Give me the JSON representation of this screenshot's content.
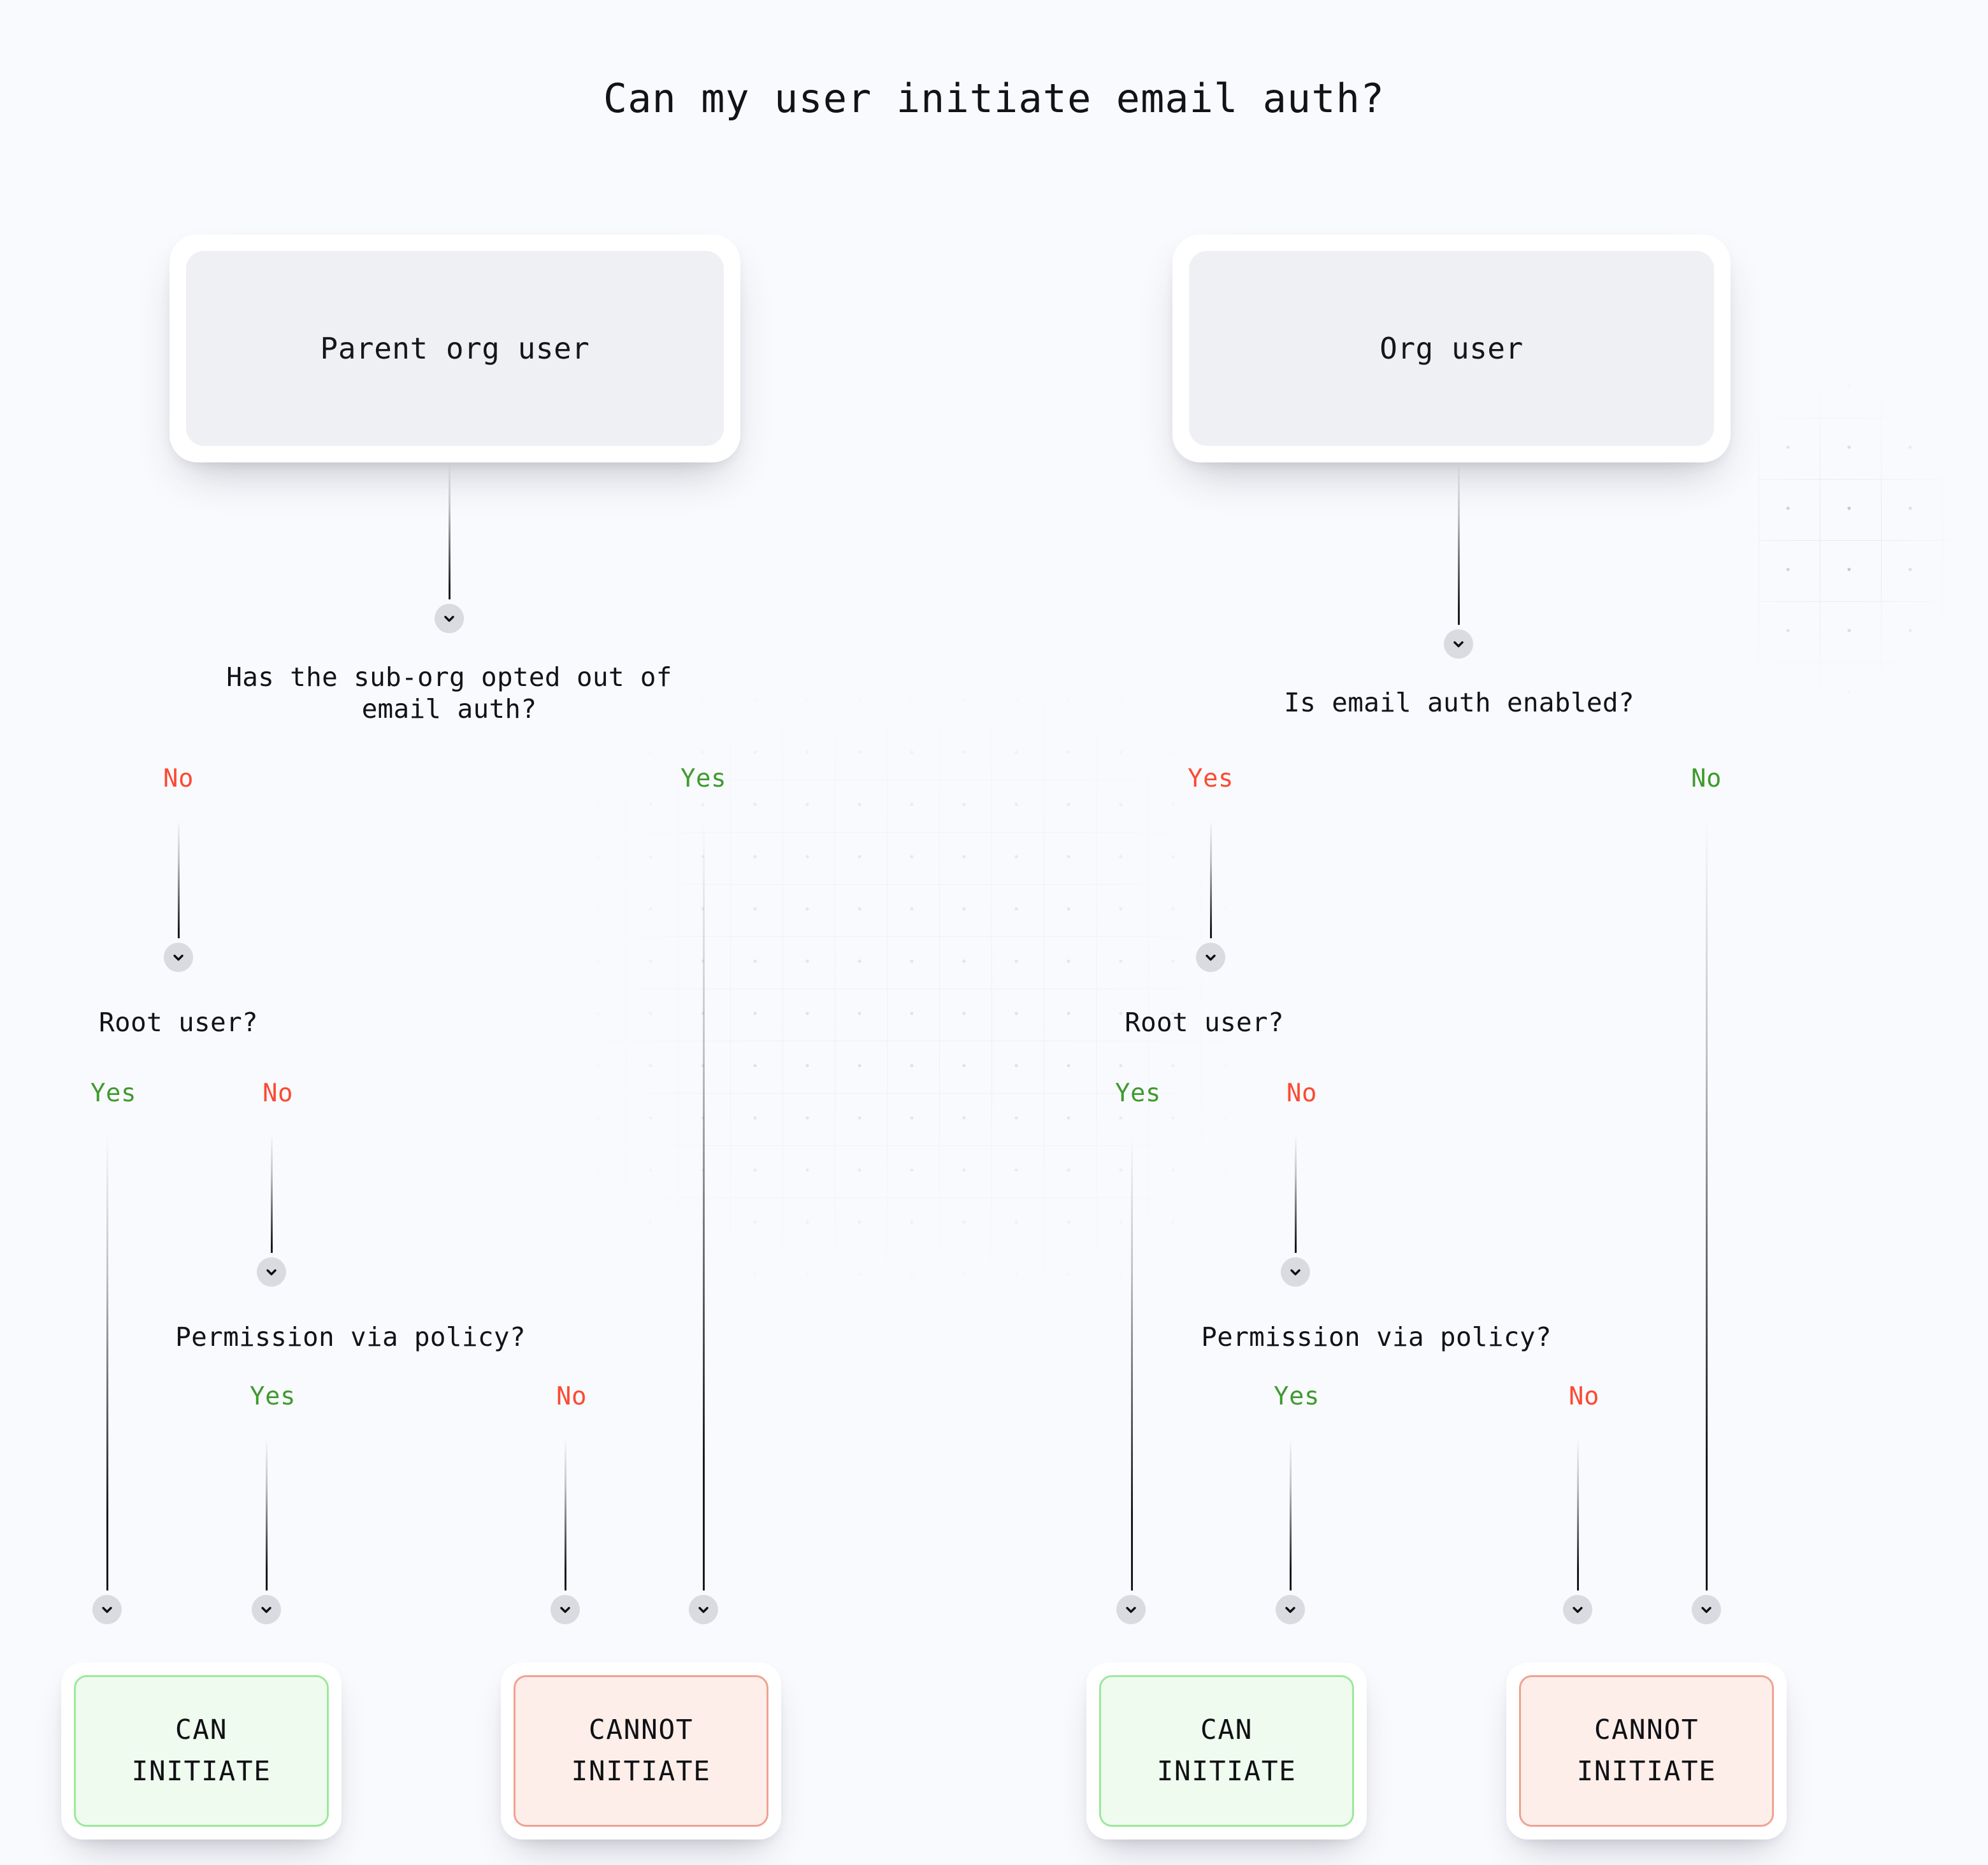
{
  "page": {
    "title": "Can my user initiate email auth?",
    "background_color": "#f9fafd",
    "accent_yes_color": "#3f9a2e",
    "accent_no_color": "#fb4a33",
    "can_fill_color": "#effbef",
    "can_border_color": "#9ce89c",
    "cannot_fill_color": "#fdeeea",
    "cannot_border_color": "#f0a292"
  },
  "chart_data": {
    "type": "diagram",
    "title": "Can my user initiate email auth?",
    "diagram_kind": "decision-tree",
    "trees": [
      {
        "root": "Parent org user",
        "nodes": [
          {
            "id": "q1",
            "question": "Has the sub-org opted out of\nemail auth?",
            "branches": [
              {
                "label": "No",
                "color": "#fb4a33",
                "to": "q2"
              },
              {
                "label": "Yes",
                "color": "#3f9a2e",
                "to": "cannot-initiate"
              }
            ]
          },
          {
            "id": "q2",
            "question": "Root user?",
            "branches": [
              {
                "label": "Yes",
                "color": "#3f9a2e",
                "to": "can-initiate"
              },
              {
                "label": "No",
                "color": "#fb4a33",
                "to": "q3"
              }
            ]
          },
          {
            "id": "q3",
            "question": "Permission via policy?",
            "branches": [
              {
                "label": "Yes",
                "color": "#3f9a2e",
                "to": "can-initiate"
              },
              {
                "label": "No",
                "color": "#fb4a33",
                "to": "cannot-initiate"
              }
            ]
          }
        ],
        "terminals": [
          {
            "id": "can-initiate",
            "line1": "CAN",
            "line2": "INITIATE",
            "kind": "can"
          },
          {
            "id": "cannot-initiate",
            "line1": "CANNOT",
            "line2": "INITIATE",
            "kind": "cannot"
          }
        ]
      },
      {
        "root": "Org user",
        "nodes": [
          {
            "id": "q1",
            "question": "Is email auth enabled?",
            "branches": [
              {
                "label": "Yes",
                "color": "#fb4a33",
                "to": "q2"
              },
              {
                "label": "No",
                "color": "#3f9a2e",
                "to": "cannot-initiate"
              }
            ]
          },
          {
            "id": "q2",
            "question": "Root user?",
            "branches": [
              {
                "label": "Yes",
                "color": "#3f9a2e",
                "to": "can-initiate"
              },
              {
                "label": "No",
                "color": "#fb4a33",
                "to": "q3"
              }
            ]
          },
          {
            "id": "q3",
            "question": "Permission via policy?",
            "branches": [
              {
                "label": "Yes",
                "color": "#3f9a2e",
                "to": "can-initiate"
              },
              {
                "label": "No",
                "color": "#fb4a33",
                "to": "cannot-initiate"
              }
            ]
          }
        ],
        "terminals": [
          {
            "id": "can-initiate",
            "line1": "CAN",
            "line2": "INITIATE",
            "kind": "can"
          },
          {
            "id": "cannot-initiate",
            "line1": "CANNOT",
            "line2": "INITIATE",
            "kind": "cannot"
          }
        ]
      }
    ]
  },
  "left": {
    "root_label": "Parent org user",
    "q1_text": "Has the sub-org opted out of\nemail auth?",
    "q1_branch_left": "No",
    "q1_branch_right": "Yes",
    "q2_text": "Root user?",
    "q2_branch_left": "Yes",
    "q2_branch_right": "No",
    "q3_text": "Permission via policy?",
    "q3_branch_left": "Yes",
    "q3_branch_right": "No",
    "terminal_can_line1": "CAN",
    "terminal_can_line2": "INITIATE",
    "terminal_cannot_line1": "CANNOT",
    "terminal_cannot_line2": "INITIATE"
  },
  "right": {
    "root_label": "Org user",
    "q1_text": "Is email auth enabled?",
    "q1_branch_left": "Yes",
    "q1_branch_right": "No",
    "q2_text": "Root user?",
    "q2_branch_left": "Yes",
    "q2_branch_right": "No",
    "q3_text": "Permission via policy?",
    "q3_branch_left": "Yes",
    "q3_branch_right": "No",
    "terminal_can_line1": "CAN",
    "terminal_can_line2": "INITIATE",
    "terminal_cannot_line1": "CANNOT",
    "terminal_cannot_line2": "INITIATE"
  },
  "icons": {
    "chevron": "chevron-down-icon"
  }
}
